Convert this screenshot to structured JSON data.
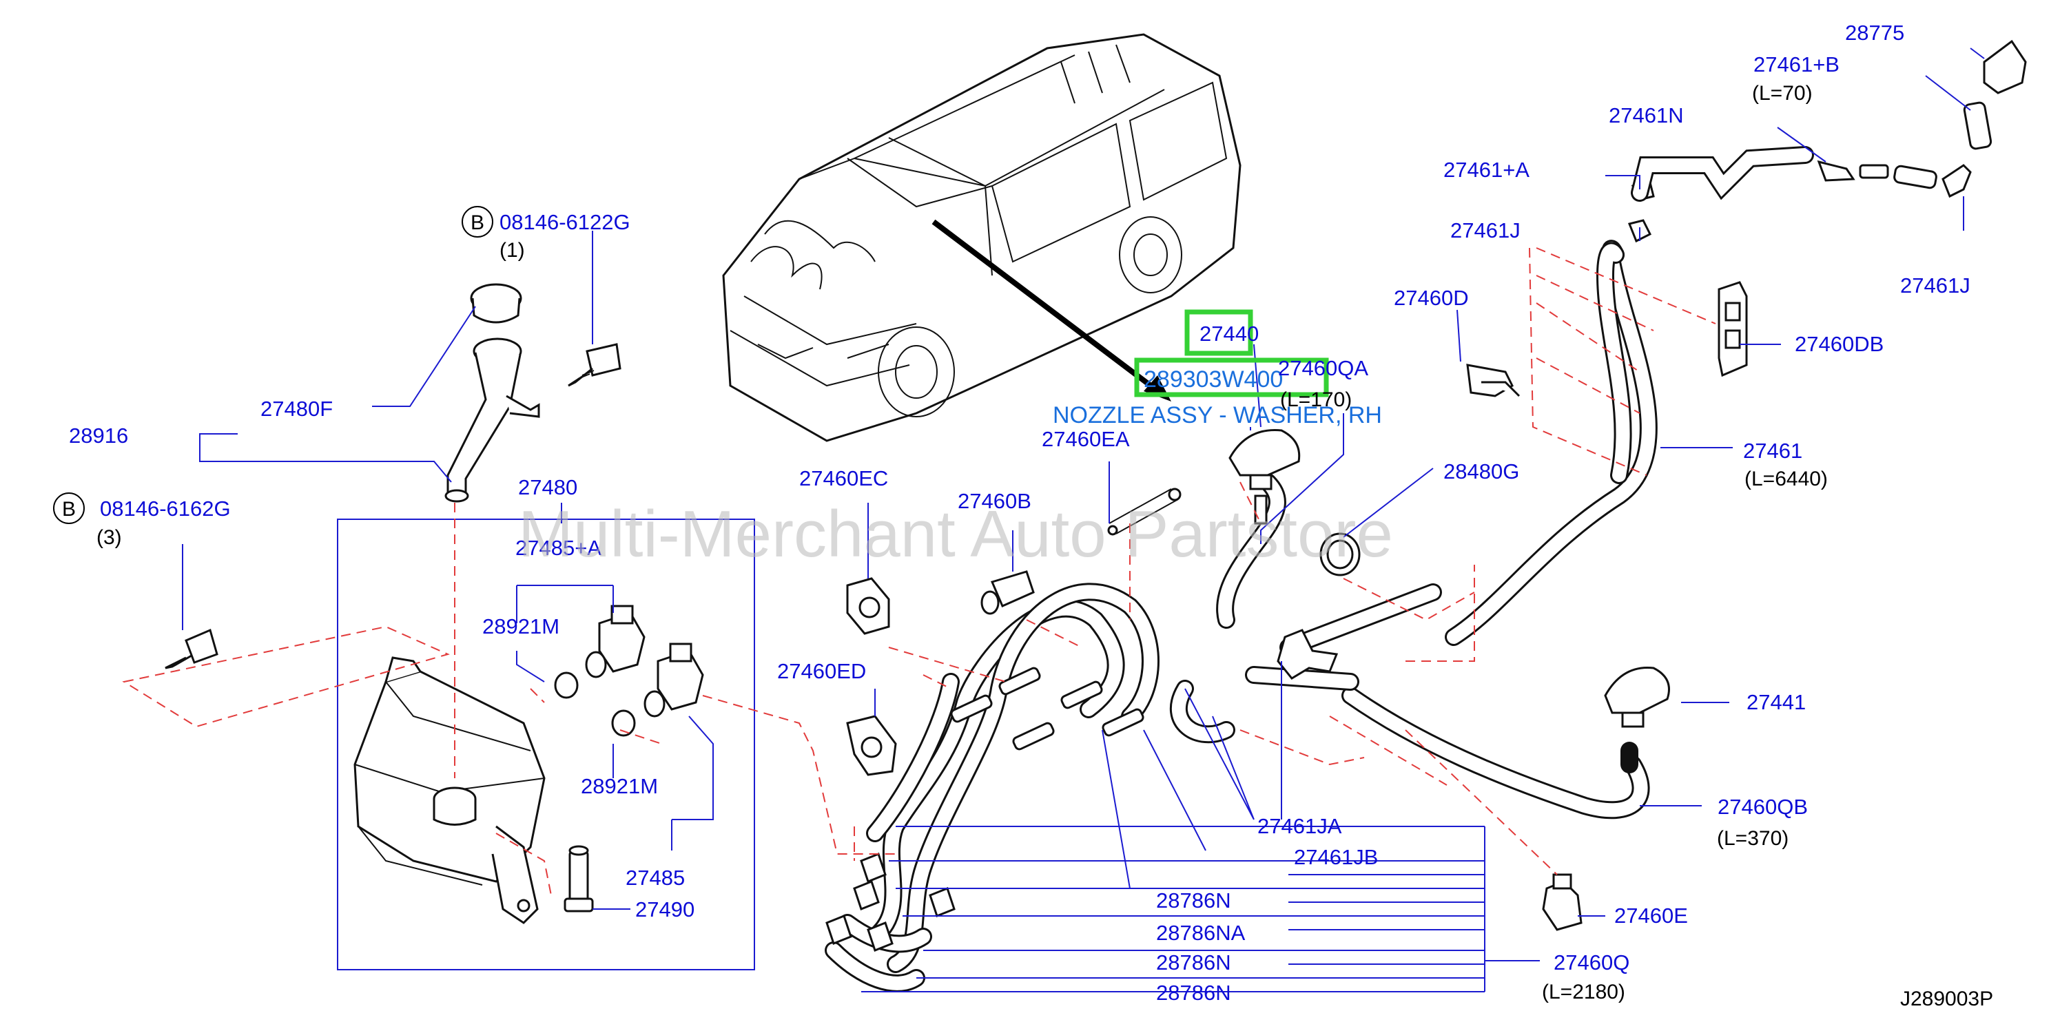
{
  "labels": {
    "bolt_top_code": "08146-6122G",
    "bolt_top_qty": "(1)",
    "bolt_left_code": "08146-6162G",
    "bolt_left_qty": "(3)",
    "circle_b": "B",
    "p28916": "28916",
    "p27480F": "27480F",
    "p27480": "27480",
    "p27485A": "27485+A",
    "p28921M_top": "28921M",
    "p28921M_bottom": "28921M",
    "p27485": "27485",
    "p27490": "27490",
    "p27460EC": "27460EC",
    "p27460B": "27460B",
    "p27460EA": "27460EA",
    "p27460ED": "27460ED",
    "p27440": "27440",
    "p289303W400": "289303W400",
    "nozzle_desc": "NOZZLE ASSY - WASHER, RH",
    "p27460QA": "27460QA",
    "p27460QA_len": "(L=170)",
    "p28480G": "28480G",
    "p27460D": "27460D",
    "p27460DB": "27460DB",
    "p27461": "27461",
    "p27461_len": "(L=6440)",
    "p27461J_left": "27461J",
    "p27461J_right": "27461J",
    "p27461A": "27461+A",
    "p27461N": "27461N",
    "p27461B": "27461+B",
    "p27461B_len": "(L=70)",
    "p28775": "28775",
    "p27441": "27441",
    "p27460QB": "27460QB",
    "p27460QB_len": "(L=370)",
    "p27460E": "27460E",
    "p27460Q": "27460Q",
    "p27460Q_len": "(L=2180)",
    "p27461JA": "27461JA",
    "p27461JB": "27461JB",
    "p28786N_1": "28786N",
    "p28786NA": "28786NA",
    "p28786N_2": "28786N",
    "p28786N_3": "28786N",
    "diagram_code": "J289003P"
  },
  "watermark": "Multi-Merchant Auto Partstore",
  "colors": {
    "part_number": "#0d0dd6",
    "highlight": "#35d135",
    "nozzle_text": "#1a6fdc",
    "reference_dash": "#e23b3b"
  }
}
